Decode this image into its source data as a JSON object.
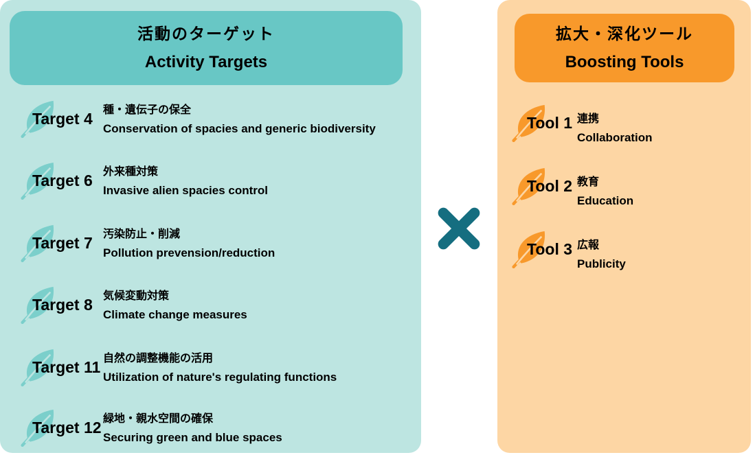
{
  "left_panel": {
    "header": {
      "title_ja": "活動のターゲット",
      "title_en": "Activity Targets"
    },
    "items": [
      {
        "label": "Target 4",
        "ja": "種・遺伝子の保全",
        "en": "Conservation of spacies and generic biodiversity"
      },
      {
        "label": "Target 6",
        "ja": "外来種対策",
        "en": "Invasive alien spacies control"
      },
      {
        "label": "Target 7",
        "ja": "汚染防止・削減",
        "en": "Pollution prevension/reduction"
      },
      {
        "label": "Target 8",
        "ja": "気候変動対策",
        "en": "Climate change measures"
      },
      {
        "label": "Target 11",
        "ja": "自然の調整機能の活用",
        "en": "Utilization of nature's regulating functions"
      },
      {
        "label": "Target 12",
        "ja": "緑地・親水空間の確保",
        "en": "Securing green and blue spaces"
      }
    ]
  },
  "right_panel": {
    "header": {
      "title_ja": "拡大・深化ツール",
      "title_en": "Boosting Tools"
    },
    "items": [
      {
        "label": "Tool 1",
        "ja": "連携",
        "en": "Collaboration"
      },
      {
        "label": "Tool 2",
        "ja": "教育",
        "en": "Education"
      },
      {
        "label": "Tool 3",
        "ja": "広報",
        "en": "Publicity"
      }
    ]
  },
  "icons": {
    "row_marker": "leaf-icon",
    "center_operator": "multiply-icon"
  },
  "colors": {
    "panel_teal_bg": "#bde5e1",
    "header_teal": "#68c7c5",
    "leaf_teal": "#7bcfcb",
    "panel_orange_bg": "#fdd6a4",
    "header_orange": "#f8992b",
    "leaf_orange": "#f8992b",
    "cross_teal": "#156e80",
    "text": "#000000"
  }
}
